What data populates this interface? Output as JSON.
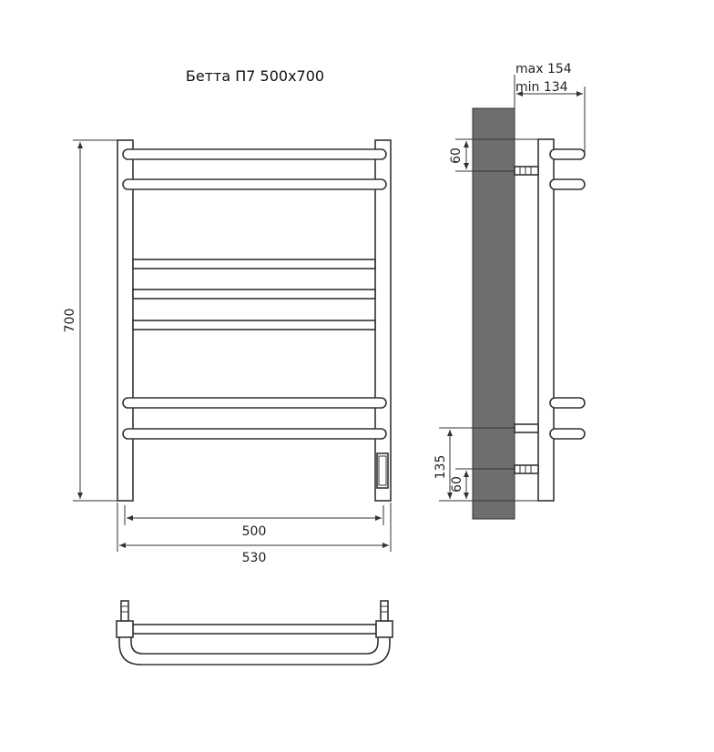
{
  "title": "Бетта П7 500х700",
  "dimensions": {
    "height_700": "700",
    "width_500": "500",
    "width_530": "530",
    "max_depth": "max 154",
    "min_depth": "min 134",
    "top_offset_60": "60",
    "bottom_offset_135": "135",
    "bottom_offset_60": "60"
  },
  "colors": {
    "wall": "#6e6e6e",
    "line": "#333333",
    "fill": "#ffffff"
  }
}
